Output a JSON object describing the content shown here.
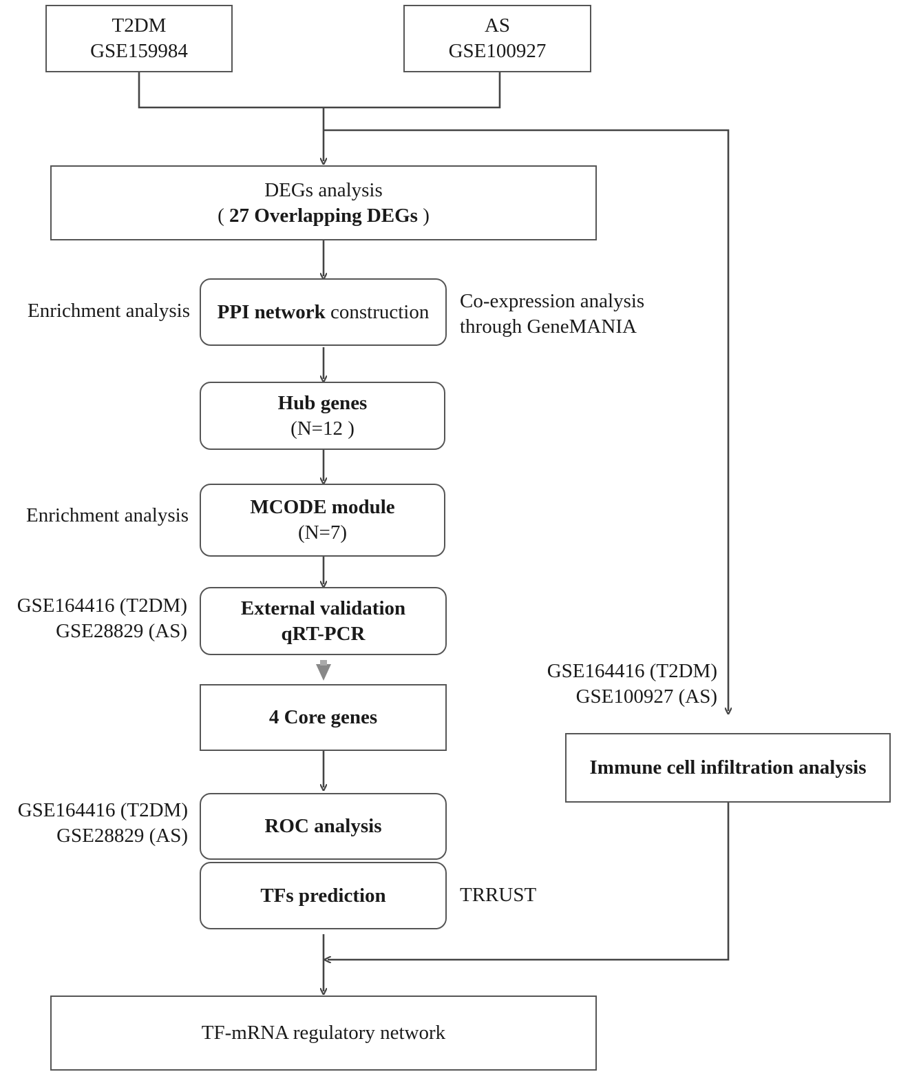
{
  "inputs": {
    "t2dm": {
      "title": "T2DM",
      "dataset": "GSE159984"
    },
    "as": {
      "title": "AS",
      "dataset": "GSE100927"
    }
  },
  "degs": {
    "line1": "DEGs analysis",
    "open": "( ",
    "line2": "27 Overlapping DEGs",
    "close": " )"
  },
  "ppi": {
    "bold_part": "PPI network",
    "rest": " construction"
  },
  "ppi_left": "Enrichment analysis",
  "ppi_right": {
    "line1": "Co-expression analysis",
    "line2": "through GeneMANIA"
  },
  "hub": {
    "line1": "Hub genes",
    "line2": "(N=12 )"
  },
  "mcode": {
    "line1": "MCODE module",
    "line2": "(N=7)"
  },
  "mcode_left": "Enrichment analysis",
  "validation": {
    "line1": "External validation",
    "line2": "qRT-PCR"
  },
  "validation_left": {
    "line1": "GSE164416 (T2DM)",
    "line2": "GSE28829 (AS)"
  },
  "core": "4 Core genes",
  "roc": "ROC analysis",
  "roc_left": {
    "line1": "GSE164416 (T2DM)",
    "line2": "GSE28829 (AS)"
  },
  "tfs": "TFs prediction",
  "tfs_right": "TRRUST",
  "immune_left": {
    "line1": "GSE164416 (T2DM)",
    "line2": "GSE100927 (AS)"
  },
  "immune": "Immune cell infiltration analysis",
  "network": "TF-mRNA regulatory network",
  "colors": {
    "line": "#444444",
    "arrow_faded": "#888888"
  }
}
